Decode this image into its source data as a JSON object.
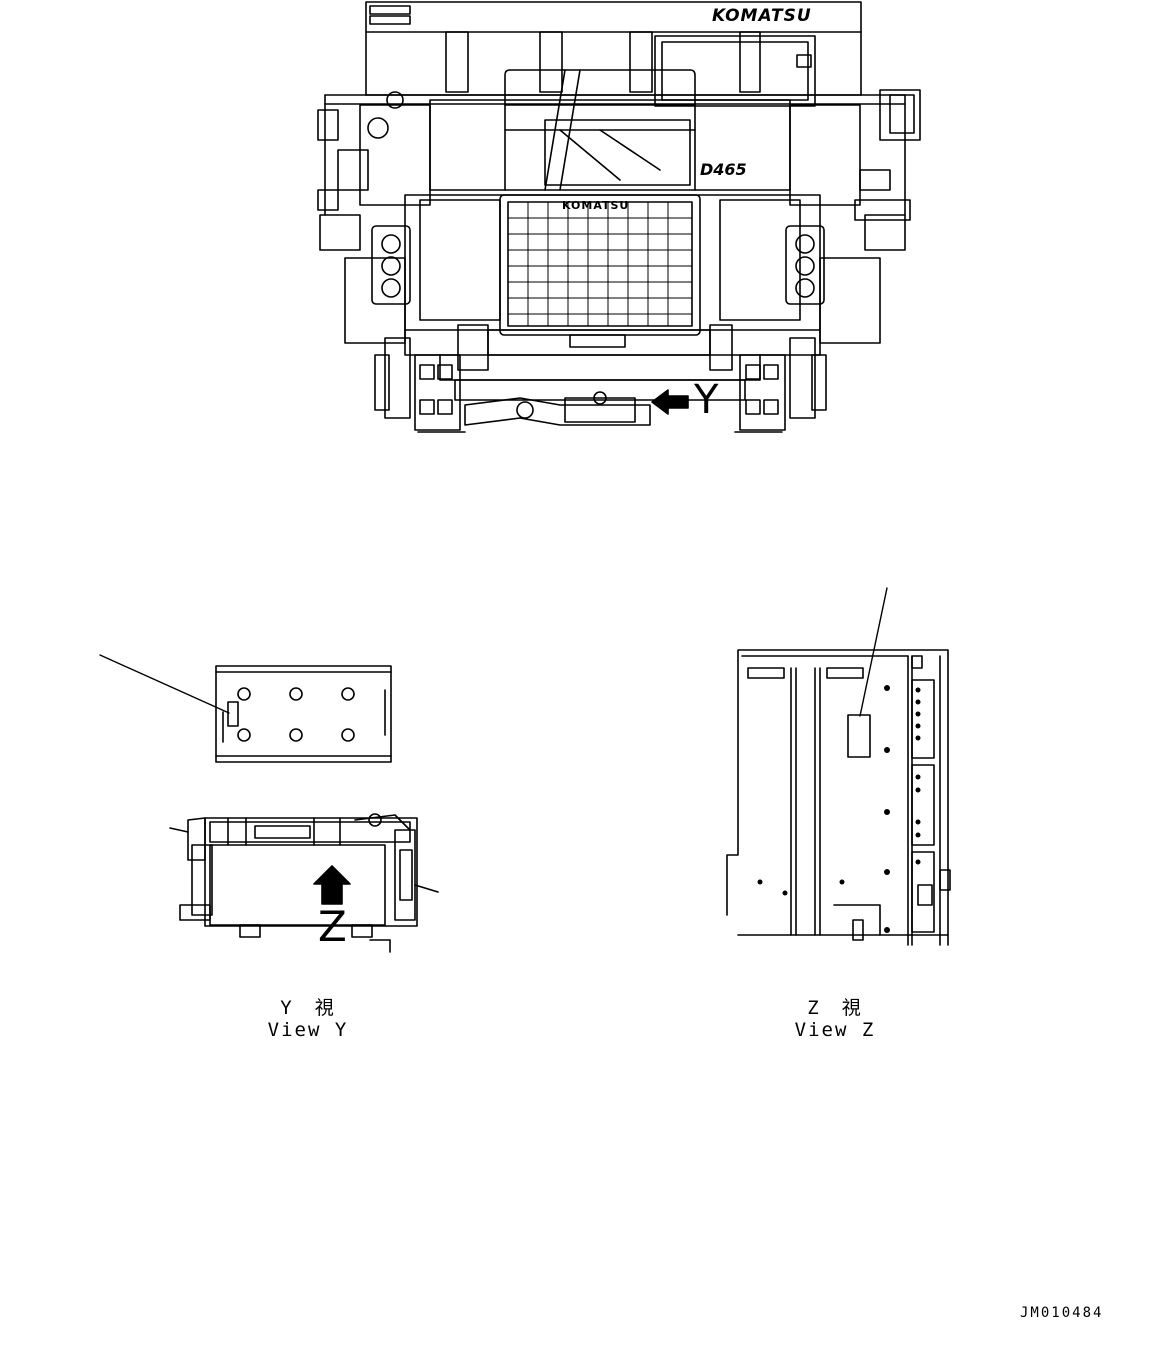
{
  "machine": {
    "brand_plate": "KOMATSU",
    "grille_brand": "KOMATSU",
    "model_badge": "D465"
  },
  "arrows": {
    "y_letter": "Y",
    "z_letter": "Z"
  },
  "views": {
    "view_y": {
      "jp": "Y　視",
      "en": "View Y"
    },
    "view_z": {
      "jp": "Z　視",
      "en": "View Z"
    }
  },
  "drawing_number": "JM010484"
}
